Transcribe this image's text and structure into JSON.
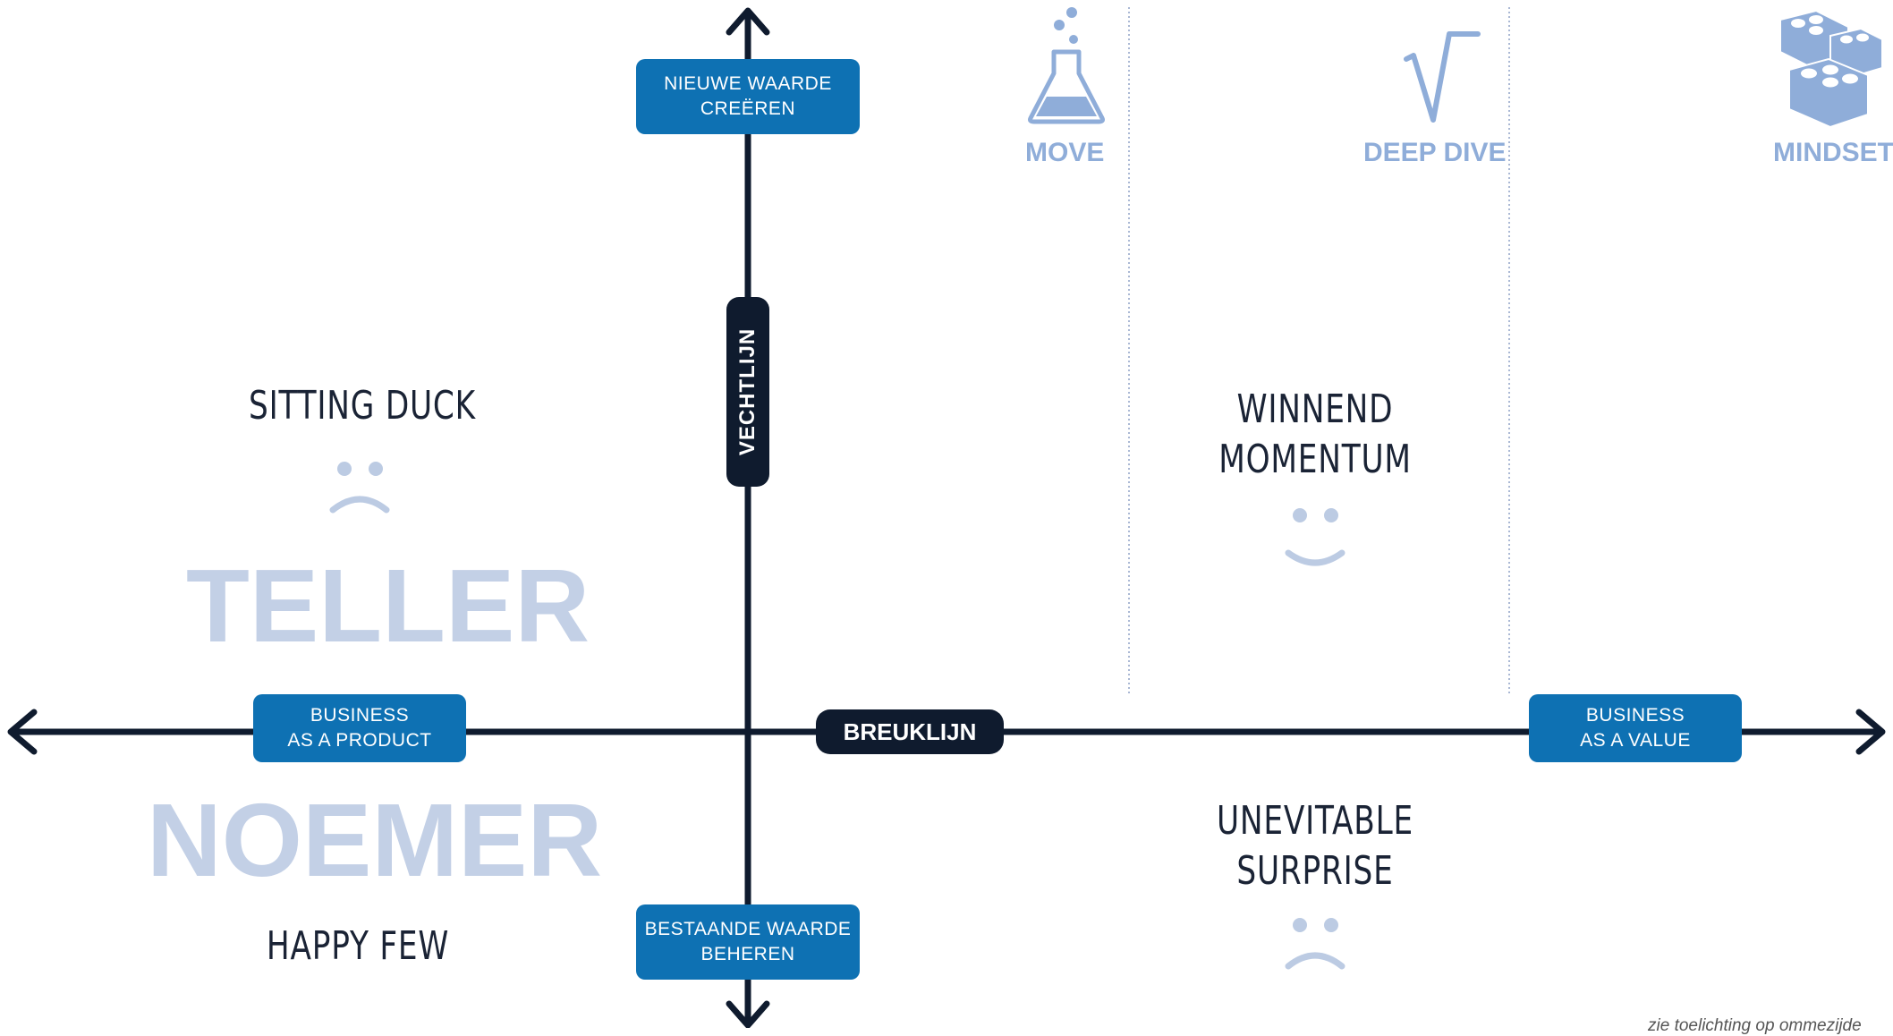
{
  "labels": {
    "top_axis": "NIEUWE WAARDE\nCREËREN",
    "bottom_axis": "BESTAANDE WAARDE\nBEHEREN",
    "left_axis": "BUSINESS\nAS A PRODUCT",
    "right_axis": "BUSINESS\nAS A VALUE",
    "vertical_line": "VECHTLIJN",
    "horizontal_line": "BREUKLIJN"
  },
  "quadrants": {
    "top_left": "SITTING DUCK",
    "top_right": "WINNEND\nMOMENTUM",
    "bottom_left": "HAPPY FEW",
    "bottom_right": "UNEVITABLE\nSURPRISE"
  },
  "fraction": {
    "numerator": "TELLER",
    "denominator": "NOEMER"
  },
  "categories": [
    {
      "label": "MOVE",
      "icon": "flask-icon"
    },
    {
      "label": "DEEP DIVE",
      "icon": "square-root-icon"
    },
    {
      "label": "MINDSET",
      "icon": "lego-bricks-icon"
    }
  ],
  "faces": {
    "top_left": "sad",
    "top_right": "happy",
    "bottom_right": "sad"
  },
  "footnote": "zie toelichting op ommezijde",
  "colors": {
    "axis": "#0f1b2e",
    "pill_blue": "#0e71b3",
    "pale_blue": "#c3d0e6",
    "icon_blue": "#8fadd9"
  }
}
